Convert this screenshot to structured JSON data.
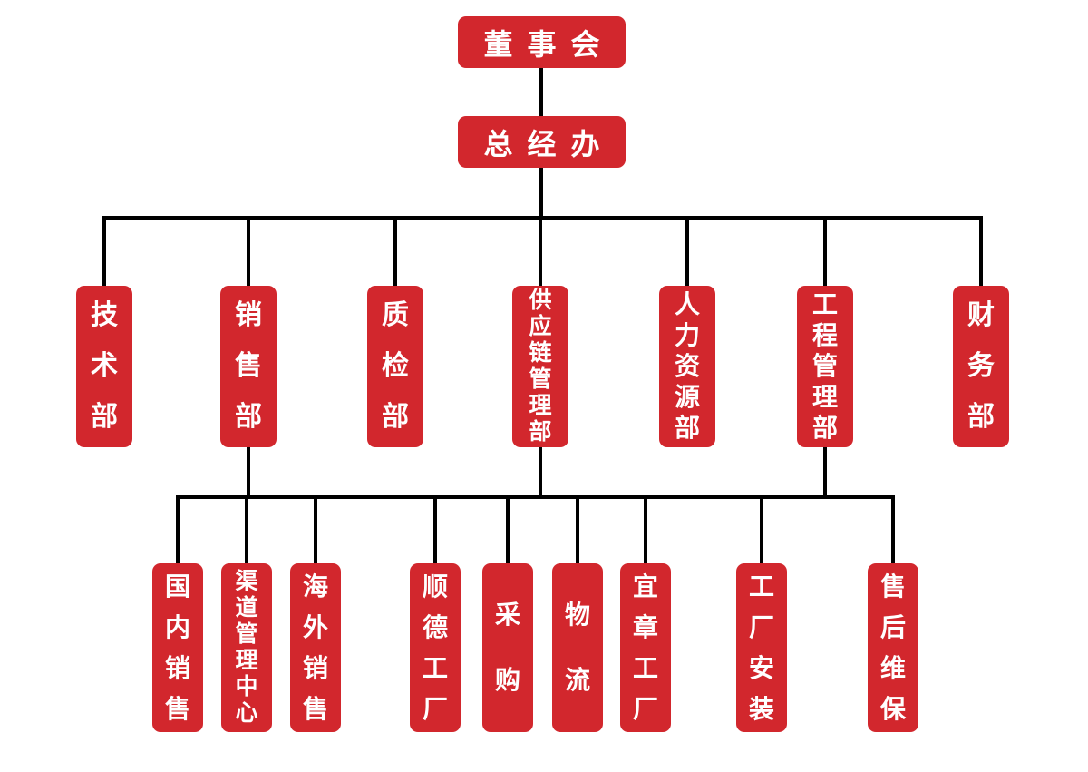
{
  "diagram": {
    "type": "org-chart",
    "colors": {
      "node_fill": "#d2272d",
      "node_text": "#ffffff",
      "connector": "#000000",
      "background": "#ffffff"
    },
    "root": {
      "label": "董事会"
    },
    "level1": {
      "label": "总经办"
    },
    "departments": [
      {
        "label": "技术部"
      },
      {
        "label": "销售部"
      },
      {
        "label": "质检部"
      },
      {
        "label": "供应链管理部"
      },
      {
        "label": "人力资源部"
      },
      {
        "label": "工程管理部"
      },
      {
        "label": "财务部"
      }
    ],
    "teams": [
      {
        "label": "国内销售",
        "parent": "销售部"
      },
      {
        "label": "渠道管理中心",
        "parent": "销售部"
      },
      {
        "label": "海外销售",
        "parent": "销售部"
      },
      {
        "label": "顺德工厂",
        "parent": "供应链管理部"
      },
      {
        "label": "采购",
        "parent": "供应链管理部"
      },
      {
        "label": "物流",
        "parent": "供应链管理部"
      },
      {
        "label": "宜章工厂",
        "parent": "供应链管理部"
      },
      {
        "label": "工厂安装",
        "parent": "工程管理部"
      },
      {
        "label": "售后维保",
        "parent": "工程管理部"
      }
    ]
  }
}
